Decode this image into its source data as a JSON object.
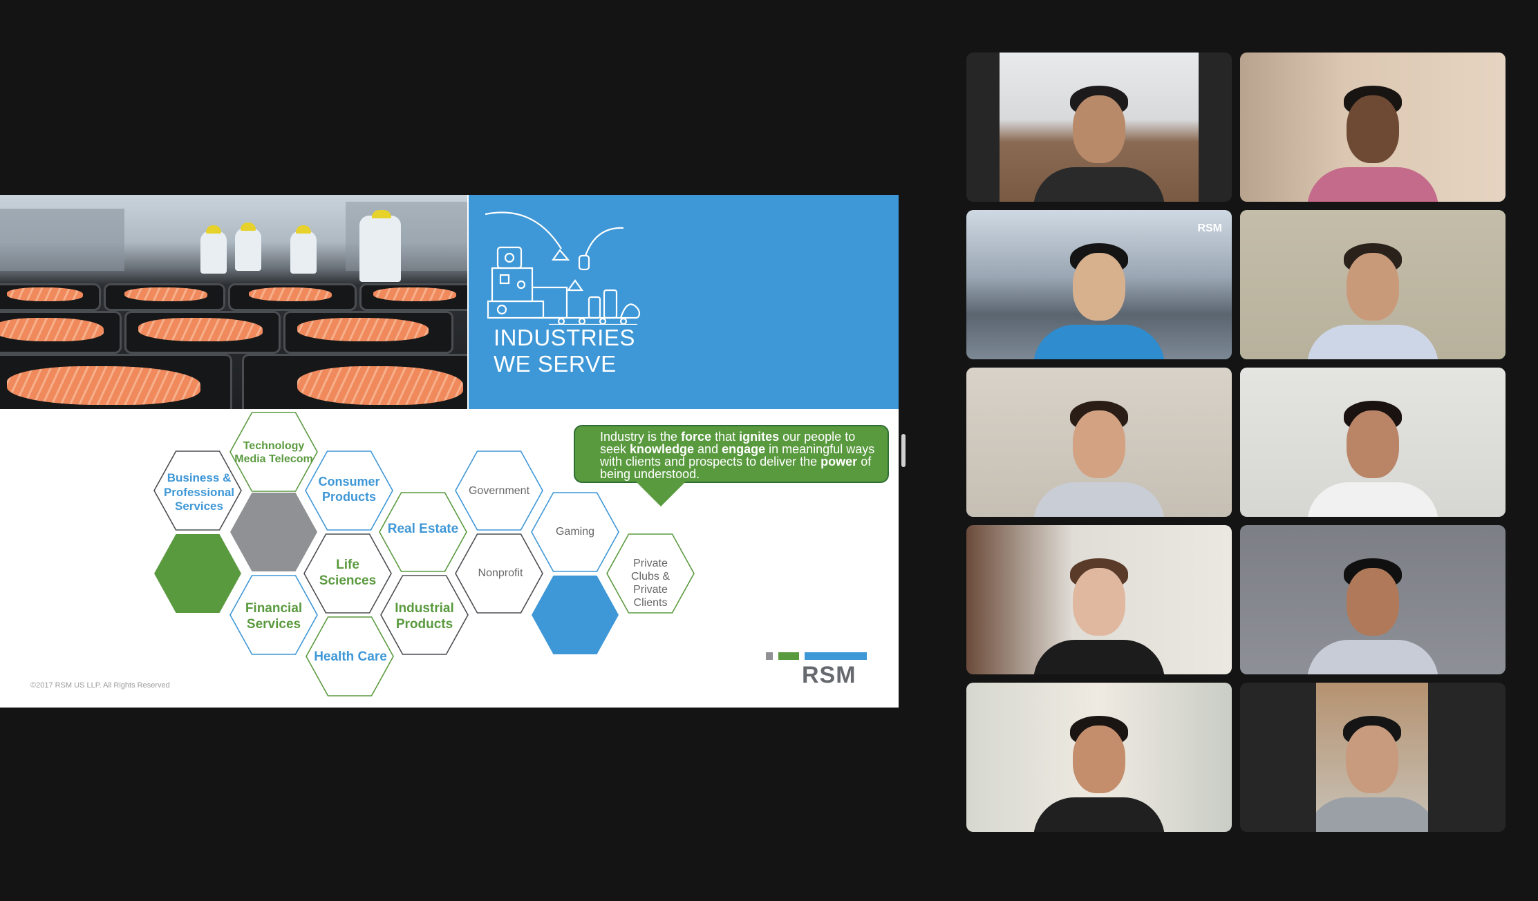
{
  "slide": {
    "title_line1": "INDUSTRIES",
    "title_line2": "WE SERVE",
    "callout": {
      "p1": "Industry is the ",
      "w1": "force",
      "p2": " that ",
      "w2": "ignites",
      "p3": " our people to seek ",
      "w3": "knowledge",
      "p4": " and ",
      "w4": "engage",
      "p5": " in meaningful ways with clients and prospects to deliver the ",
      "w5": "power",
      "p6": " of being understood."
    },
    "hexes": {
      "business": "Business & Professional Services",
      "technology": "Technology Media Telecom",
      "consumer": "Consumer Products",
      "real_estate": "Real Estate",
      "government": "Government",
      "life_sciences": "Life Sciences",
      "gaming": "Gaming",
      "nonprofit": "Nonprofit",
      "private_clubs": "Private Clubs & Private Clients",
      "financial": "Financial Services",
      "industrial": "Industrial Products",
      "health": "Health Care"
    },
    "copyright": "©2017 RSM US LLP. All Rights Reserved",
    "logo": "RSM",
    "colors": {
      "green": "#5a9a3f",
      "blue": "#3e97d6",
      "gray": "#8f9194"
    }
  },
  "gallery": {
    "tile_badge": "RSM",
    "active_border_color": "#5cc94b",
    "participants": [
      {
        "id": "p1"
      },
      {
        "id": "p2"
      },
      {
        "id": "p3"
      },
      {
        "id": "p4"
      },
      {
        "id": "p5"
      },
      {
        "id": "p6"
      },
      {
        "id": "p7"
      },
      {
        "id": "p8"
      },
      {
        "id": "p9"
      },
      {
        "id": "p10"
      }
    ]
  }
}
